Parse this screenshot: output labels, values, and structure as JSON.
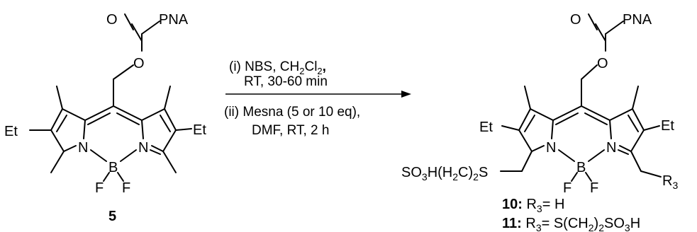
{
  "scheme": {
    "reactant": {
      "compound_number": "5",
      "labels": {
        "carbonyl_o": "O",
        "pna": "PNA",
        "ester_o": "O",
        "et_left": "Et",
        "et_right": "Et",
        "n_left": "N",
        "n_right": "N",
        "boron": "B",
        "f_left": "F",
        "f_right": "F"
      }
    },
    "conditions": {
      "step1_line1": "(i) NBS, CH2Cl2,",
      "step1_line2": "RT, 30-60 min",
      "step2_line1": "(ii) Mesna (5 or 10 eq),",
      "step2_line2": "DMF, RT, 2 h"
    },
    "product": {
      "labels": {
        "carbonyl_o": "O",
        "pna": "PNA",
        "ester_o": "O",
        "et_left": "Et",
        "et_right": "Et",
        "n_left": "N",
        "n_right": "N",
        "boron": "B",
        "f_left": "F",
        "f_right": "F",
        "sulfonate_chain": "SO3H(H2C)2S",
        "r3": "R3"
      },
      "variants": [
        {
          "compound_number": "10:",
          "substituent": "R3= H"
        },
        {
          "compound_number": "11:",
          "substituent": "R3= S(CH2)2SO3H"
        }
      ]
    }
  }
}
